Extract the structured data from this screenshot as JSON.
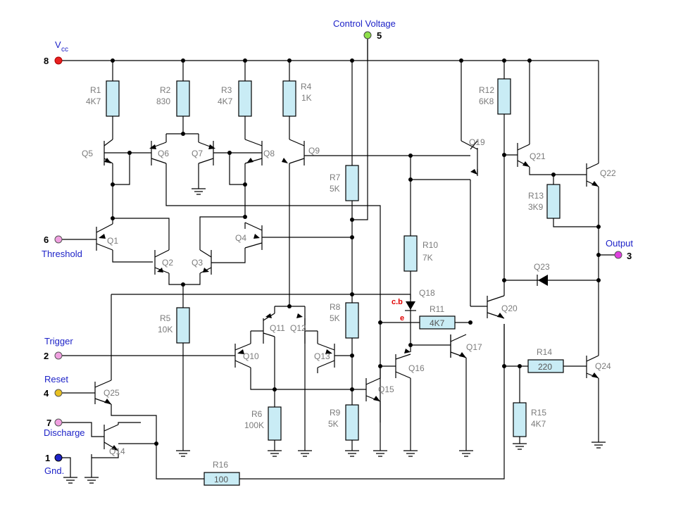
{
  "pins": {
    "vcc": {
      "num": "8",
      "label": "V",
      "sub": "cc",
      "color": "#e82020"
    },
    "control": {
      "num": "5",
      "label": "Control Voltage",
      "color": "#8ee04a"
    },
    "threshold": {
      "num": "6",
      "label": "Threshold",
      "color": "#f0a0e0"
    },
    "trigger": {
      "num": "2",
      "label": "Trigger",
      "color": "#f0a0e0"
    },
    "reset": {
      "num": "4",
      "label": "Reset",
      "color": "#e8c020"
    },
    "discharge": {
      "num": "7",
      "label": "Discharge",
      "color": "#f0a0e0"
    },
    "gnd": {
      "num": "1",
      "label": "Gnd.",
      "color": "#1e23c8"
    },
    "output": {
      "num": "3",
      "label": "Output",
      "color": "#e040e0"
    }
  },
  "resistors": {
    "r1": {
      "name": "R1",
      "value": "4K7"
    },
    "r2": {
      "name": "R2",
      "value": "830"
    },
    "r3": {
      "name": "R3",
      "value": "4K7"
    },
    "r4": {
      "name": "R4",
      "value": "1K"
    },
    "r5": {
      "name": "R5",
      "value": "10K"
    },
    "r6": {
      "name": "R6",
      "value": "100K"
    },
    "r7": {
      "name": "R7",
      "value": "5K"
    },
    "r8": {
      "name": "R8",
      "value": "5K"
    },
    "r9": {
      "name": "R9",
      "value": "5K"
    },
    "r10": {
      "name": "R10",
      "value": "7K"
    },
    "r11": {
      "name": "R11",
      "value": "4K7"
    },
    "r12": {
      "name": "R12",
      "value": "6K8"
    },
    "r13": {
      "name": "R13",
      "value": "3K9"
    },
    "r14": {
      "name": "R14",
      "value": "220"
    },
    "r15": {
      "name": "R15",
      "value": "4K7"
    },
    "r16": {
      "name": "R16",
      "value": "100"
    }
  },
  "transistors": {
    "q1": "Q1",
    "q2": "Q2",
    "q3": "Q3",
    "q4": "Q4",
    "q5": "Q5",
    "q6": "Q6",
    "q7": "Q7",
    "q8": "Q8",
    "q9": "Q9",
    "q10": "Q10",
    "q11": "Q11",
    "q12": "Q12",
    "q13": "Q13",
    "q14": "Q14",
    "q15": "Q15",
    "q16": "Q16",
    "q17": "Q17",
    "q18": "Q18",
    "q19": "Q19",
    "q20": "Q20",
    "q21": "Q21",
    "q22": "Q22",
    "q23": "Q23",
    "q24": "Q24",
    "q25": "Q25"
  },
  "annotations": {
    "cb": "c.b",
    "e": "e"
  }
}
